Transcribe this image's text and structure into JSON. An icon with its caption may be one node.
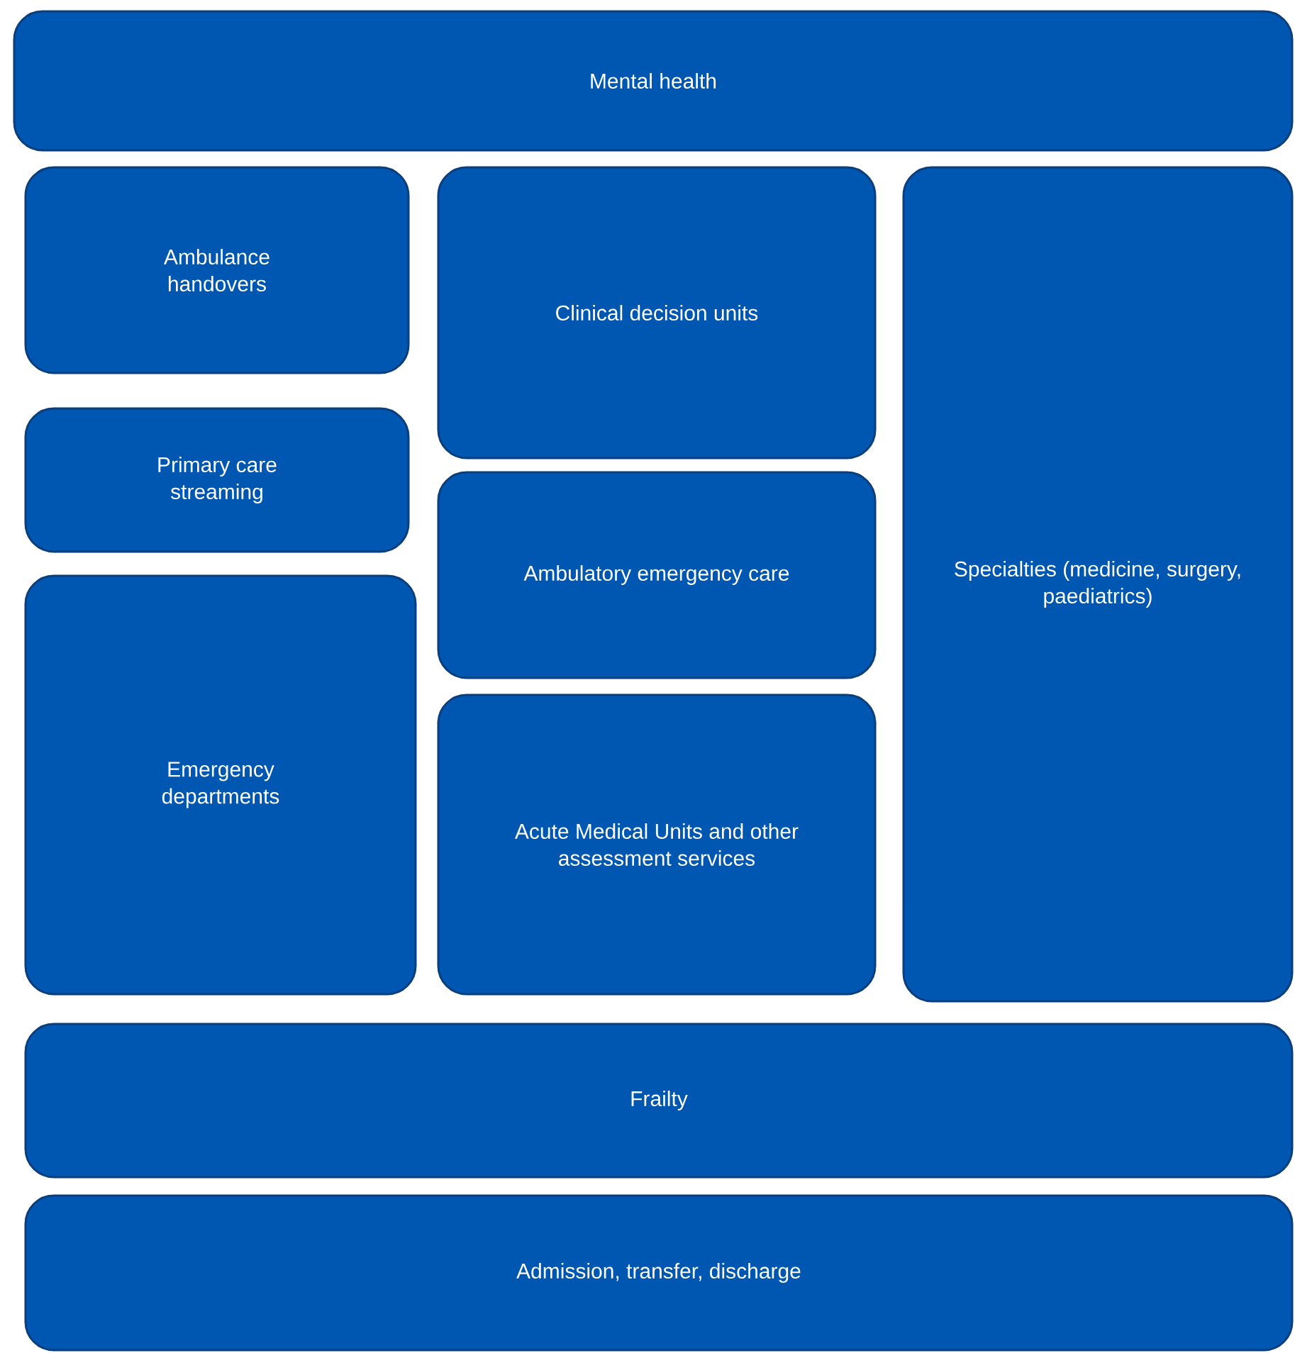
{
  "diagram": {
    "nodes": [
      {
        "text": [
          "Mental health"
        ]
      },
      {
        "text": [
          "Ambulance handovers"
        ]
      },
      {
        "text": [
          "Clinical decision units"
        ]
      },
      {
        "text": [
          "Specialties (medicine, surgery, paediatrics)"
        ]
      },
      {
        "text": [
          "Primary care streaming"
        ]
      },
      {
        "text": [
          "Ambulatory emergency care"
        ]
      },
      {
        "text": [
          "Emergency departments"
        ]
      },
      {
        "text": [
          "Acute Medical Units and other assessment services"
        ]
      },
      {
        "text": [
          "Frailty"
        ]
      },
      {
        "text": [
          "Admission, transfer, discharge"
        ]
      }
    ]
  }
}
